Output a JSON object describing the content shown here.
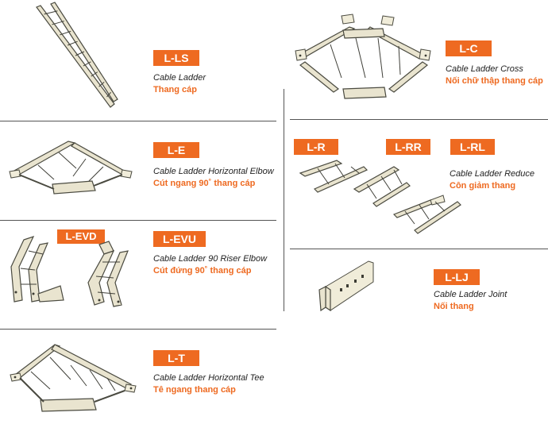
{
  "colors": {
    "accent": "#ee6a21",
    "rule": "#555555",
    "steel": "#e9e4cf"
  },
  "items": {
    "ls": {
      "code": "L-LS",
      "en": "Cable Ladder",
      "vi": "Thang cáp"
    },
    "c": {
      "code": "L-C",
      "en": "Cable Ladder Cross",
      "vi": "Nối chữ thập thang cáp"
    },
    "e": {
      "code": "L-E",
      "en": "Cable Ladder Horizontal Elbow",
      "vi": "Cút ngang 90˚ thang cáp"
    },
    "reduce": {
      "codes": [
        "L-R",
        "L-RR",
        "L-RL"
      ],
      "en": "Cable Ladder Reduce",
      "vi": "Côn giảm thang"
    },
    "evu": {
      "code": "L-EVU",
      "code_alt": "L-EVD",
      "en": "Cable Ladder 90 Riser Elbow",
      "vi": "Cút đứng 90˚ thang cáp"
    },
    "lj": {
      "code": "L-LJ",
      "en": "Cable Ladder Joint",
      "vi": "Nối thang"
    },
    "t": {
      "code": "L-T",
      "en": "Cable Ladder Horizontal Tee",
      "vi": "Tê ngang thang cáp"
    }
  }
}
